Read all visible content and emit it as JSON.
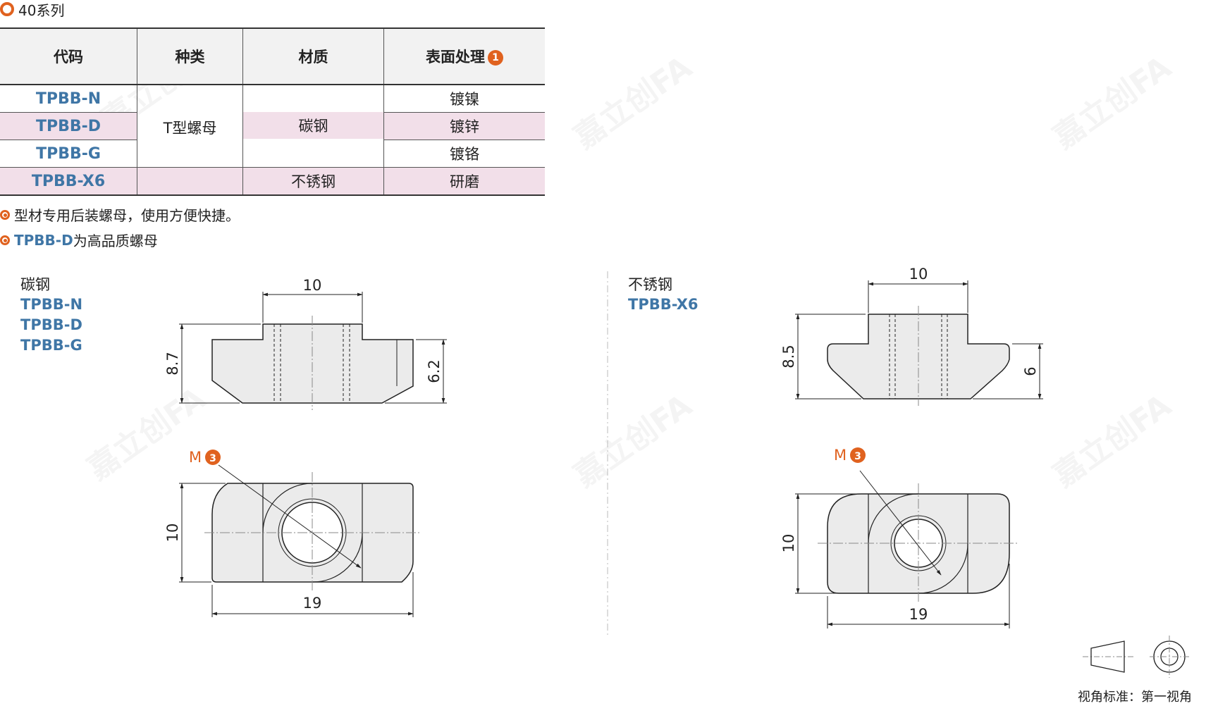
{
  "series_title": "40系列",
  "table": {
    "headers": [
      "代码",
      "种类",
      "材质",
      "表面处理"
    ],
    "surface_badge": "1",
    "rows": [
      {
        "code": "TPBB-N",
        "surface": "镀镍"
      },
      {
        "code": "TPBB-D",
        "surface": "镀锌"
      },
      {
        "code": "TPBB-G",
        "surface": "镀铬"
      },
      {
        "code": "TPBB-X6",
        "surface": "研磨"
      }
    ],
    "type_merged": "T型螺母",
    "material_carbon": "碳钢",
    "material_stainless": "不锈钢"
  },
  "notes": [
    {
      "code": "",
      "text": "型材专用后装螺母，使用方便快捷。"
    },
    {
      "code": "TPBB-D",
      "text": "为高品质螺母"
    }
  ],
  "left_group": {
    "material": "碳钢",
    "codes": [
      "TPBB-N",
      "TPBB-D",
      "TPBB-G"
    ],
    "dims": {
      "top_width": "10",
      "height": "8.7",
      "side_height": "6.2",
      "length": "19",
      "width": "10",
      "thread": "M",
      "thread_badge": "3"
    }
  },
  "right_group": {
    "material": "不锈钢",
    "codes": [
      "TPBB-X6"
    ],
    "dims": {
      "top_width": "10",
      "height": "8.5",
      "side_height": "6",
      "length": "19",
      "width": "10",
      "thread": "M",
      "thread_badge": "3"
    }
  },
  "watermark": "嘉立创FA",
  "view_standard": "视角标准：第一视角",
  "colors": {
    "accent": "#e0621f",
    "code_blue": "#3f76a6",
    "row_pink": "#f2dfe9",
    "part_fill": "#ebebeb"
  }
}
